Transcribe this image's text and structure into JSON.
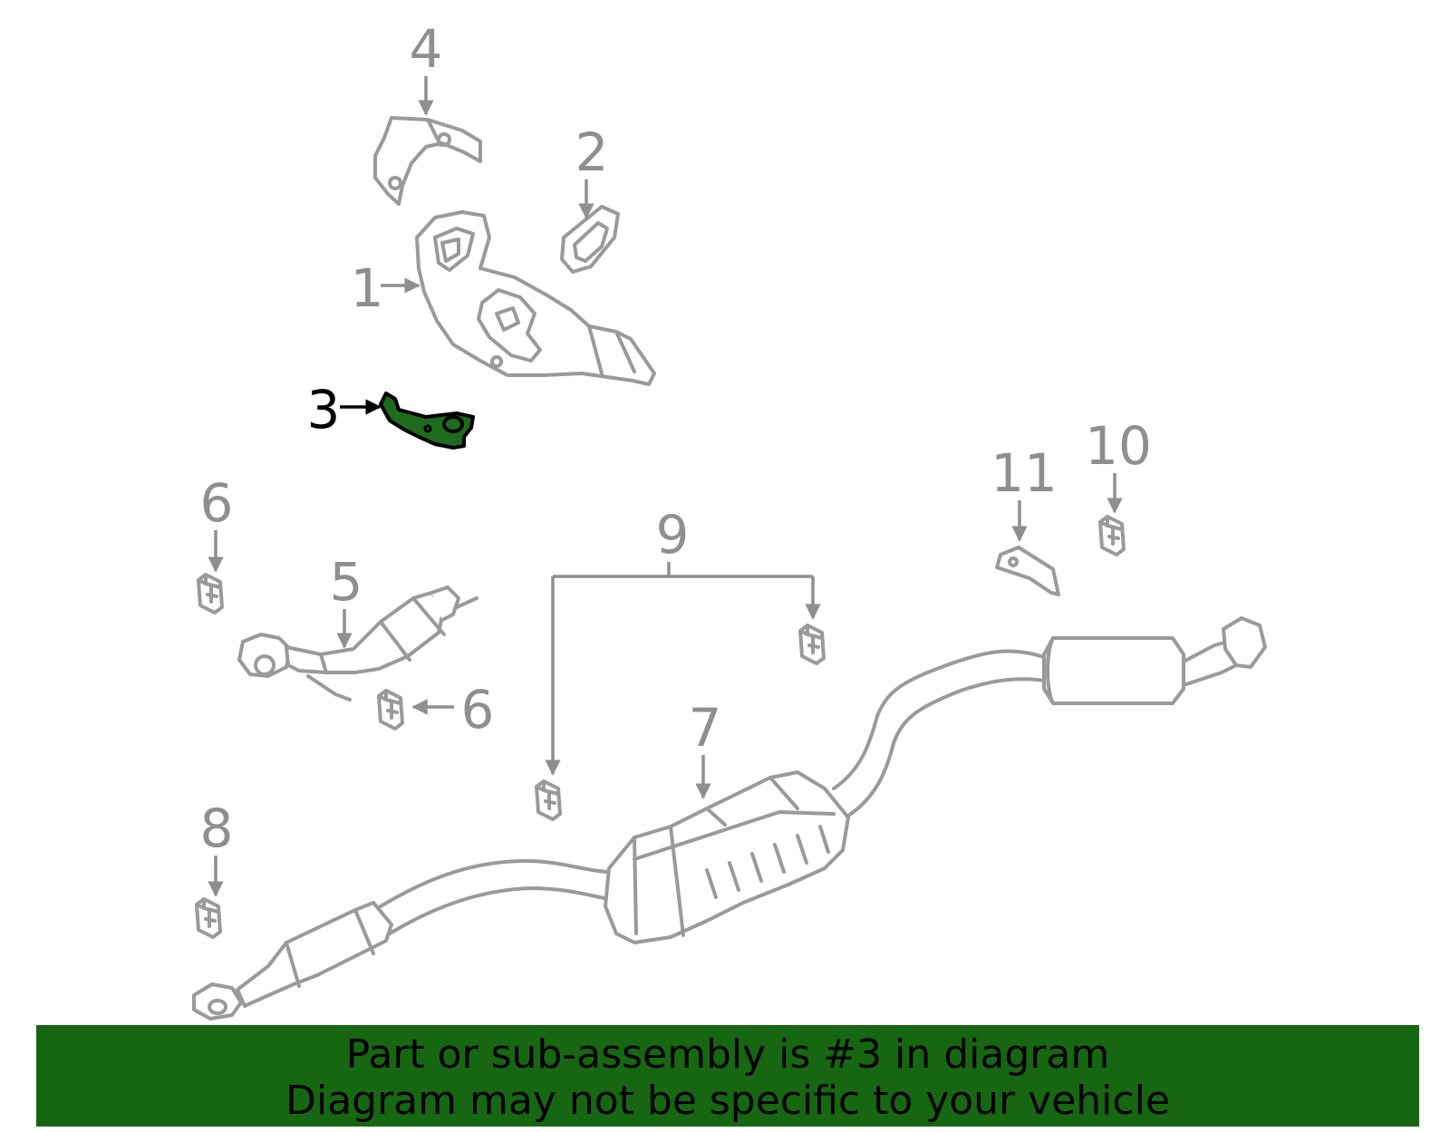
{
  "callouts": {
    "c1": "1",
    "c2": "2",
    "c3": "3",
    "c4": "4",
    "c5": "5",
    "c6a": "6",
    "c6b": "6",
    "c7": "7",
    "c8": "8",
    "c9": "9",
    "c10": "10",
    "c11": "11"
  },
  "highlighted_part": "3",
  "colors": {
    "banner_bg": "#176612",
    "highlight_fill": "#1e6b1e",
    "line_gray": "#9a9a9a"
  },
  "banner": {
    "line1": "Part or sub-assembly is #3 in diagram",
    "line2": "Diagram may not be specific to your vehicle"
  }
}
